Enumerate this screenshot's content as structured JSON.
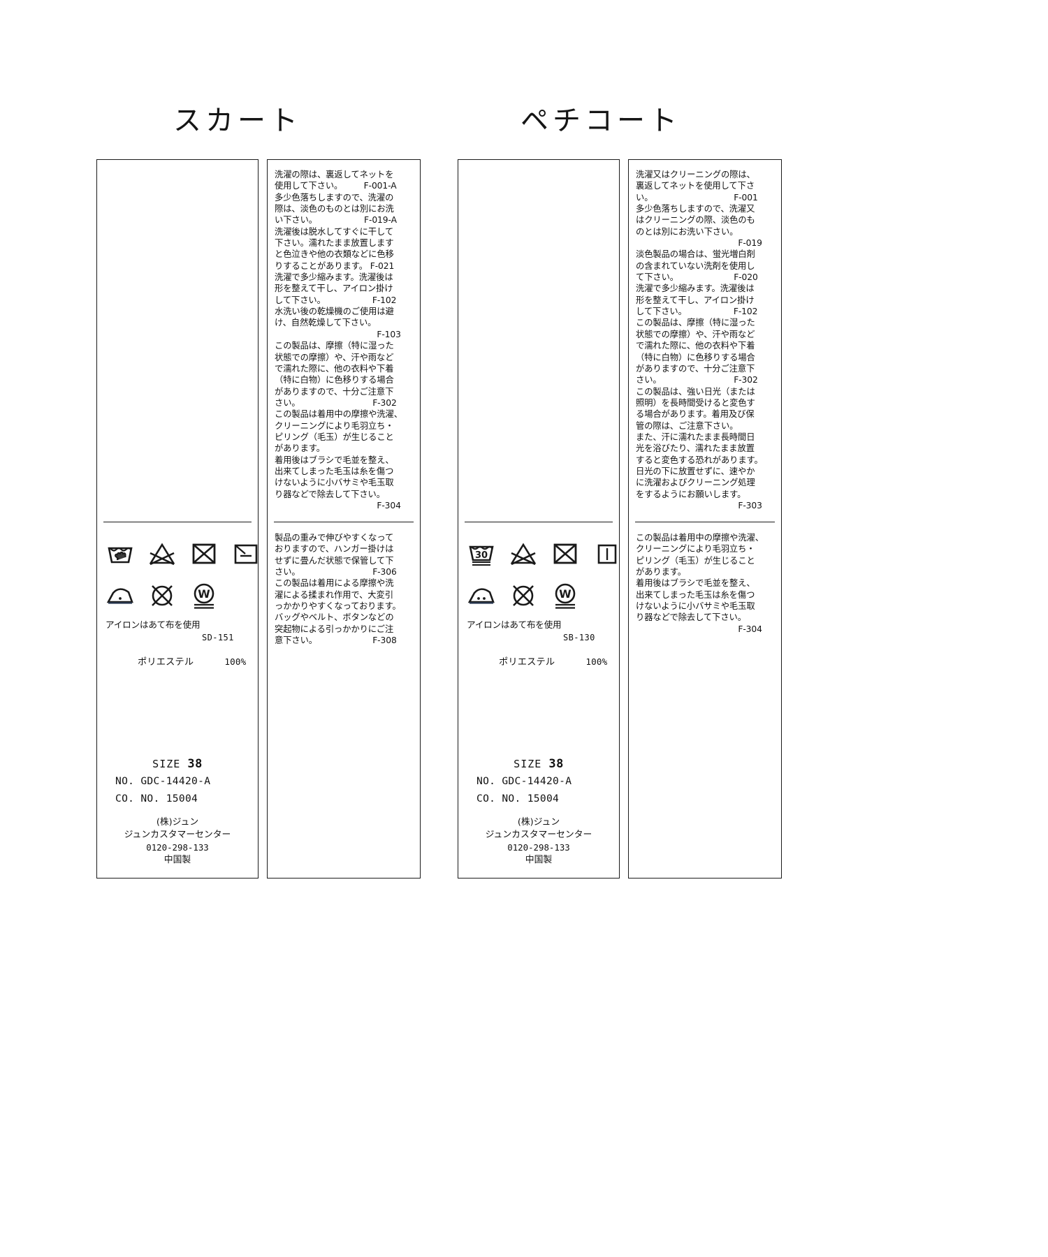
{
  "page": {
    "background": "#ffffff",
    "ink": "#1a1a1a"
  },
  "groups": [
    {
      "title": "スカート"
    },
    {
      "title": "ペチコート"
    }
  ],
  "titles": {
    "skirt": "スカート",
    "petticoat": "ペチコート"
  },
  "labels": {
    "skirt_symbol_card": {
      "symbols_row1": [
        "hand-wash",
        "do-not-bleach",
        "do-not-tumble-dry",
        "drip-dry-flat"
      ],
      "symbols_row2": [
        "iron-low-one-dot",
        "do-not-dryclean",
        "wet-clean-very-mild"
      ],
      "iron_note": "アイロンはあて布を使用",
      "sd_code": "SD-151",
      "fiber": "ポリエステル",
      "fiber_pct": "100%",
      "size_label": "SIZE",
      "size_value": "38",
      "no_line": "NO. GDC-14420-A",
      "cono_line": "CO. NO.  15004",
      "company_name": "(株)ジュン",
      "company_center": "ジュンカスタマーセンター",
      "company_tel": "0120-298-133",
      "origin": "中国製"
    },
    "skirt_text_card": {
      "top_text": "洗濯の際は、裏返してネットを\n使用して下さい。　　　F-001-A\n多少色落ちしますので、洗濯の\n際は、淡色のものとは別にお洗\nい下さい。　　　　　　F-019-A\n洗濯後は脱水してすぐに干して\n下さい。濡れたまま放置します\nと色泣きや他の衣類などに色移\nりすることがあります。 F-021\n洗濯で多少縮みます。洗濯後は\n形を整えて干し、アイロン掛け\nして下さい。　　　　　　F-102\n水洗い後の乾燥機のご使用は避\nけ、自然乾燥して下さい。\n　　　　　　　　　　　　F-103\nこの製品は、摩擦（特に湿った\n状態での摩擦）や、汗や雨など\nで濡れた際に、他の衣料や下着\n（特に白物）に色移りする場合\nがありますので、十分ご注意下\nさい。　　　　　　　　　F-302\nこの製品は着用中の摩擦や洗濯、\nクリーニングにより毛羽立ち・\nピリング（毛玉）が生じること\nがあります。\n着用後はブラシで毛並を整え、\n出来てしまった毛玉は糸を傷つ\nけないように小バサミや毛玉取\nり器などで除去して下さい。\n　　　　　　　　　　　　F-304",
      "bottom_text": "製品の重みで伸びやすくなって\nおりますので、ハンガー掛けは\nせずに畳んだ状態で保管して下\nさい。　　　　　　　　　F-306\nこの製品は着用による摩擦や洗\n濯による揉まれ作用で、大変引\nっかかりやすくなっております。\nバッグやベルト、ボタンなどの\n突起物による引っかかりにご注\n意下さい。　　　　　　　F-308"
    },
    "petticoat_symbol_card": {
      "symbols_row1": [
        "machine-wash-30-very-mild",
        "do-not-bleach",
        "do-not-tumble-dry",
        "drip-dry-hang"
      ],
      "symbols_row2": [
        "iron-medium-two-dot",
        "do-not-dryclean",
        "wet-clean-very-mild"
      ],
      "iron_note": "アイロンはあて布を使用",
      "sd_code": "SB-130",
      "fiber": "ポリエステル",
      "fiber_pct": "100%",
      "size_label": "SIZE",
      "size_value": "38",
      "no_line": "NO. GDC-14420-A",
      "cono_line": "CO. NO.  15004",
      "company_name": "(株)ジュン",
      "company_center": "ジュンカスタマーセンター",
      "company_tel": "0120-298-133",
      "origin": "中国製"
    },
    "petticoat_text_card": {
      "top_text": "洗濯又はクリーニングの際は、\n裏返してネットを使用して下さ\nい。　　　　　　　　　　F-001\n多少色落ちしますので、洗濯又\nはクリーニングの際、淡色のも\nのとは別にお洗い下さい。\n　　　　　　　　　　　　F-019\n淡色製品の場合は、蛍光増白剤\nの含まれていない洗剤を使用し\nて下さい。　　　　　　　F-020\n洗濯で多少縮みます。洗濯後は\n形を整えて干し、アイロン掛け\nして下さい。　　　　　　F-102\nこの製品は、摩擦（特に湿った\n状態での摩擦）や、汗や雨など\nで濡れた際に、他の衣料や下着\n（特に白物）に色移りする場合\nがありますので、十分ご注意下\nさい。　　　　　　　　　F-302\nこの製品は、強い日光（または\n照明）を長時間受けると変色す\nる場合があります。着用及び保\n管の際は、ご注意下さい。\nまた、汗に濡れたまま長時間日\n光を浴びたり、濡れたまま放置\nすると変色する恐れがあります。\n日光の下に放置せずに、速やか\nに洗濯およびクリーニング処理\nをするようにお願いします。\n　　　　　　　　　　　　F-303",
      "bottom_text": "この製品は着用中の摩擦や洗濯、\nクリーニングにより毛羽立ち・\nピリング（毛玉）が生じること\nがあります。\n着用後はブラシで毛並を整え、\n出来てしまった毛玉は糸を傷つ\nけないように小バサミや毛玉取\nり器などで除去して下さい。\n　　　　　　　　　　　　F-304"
    }
  }
}
